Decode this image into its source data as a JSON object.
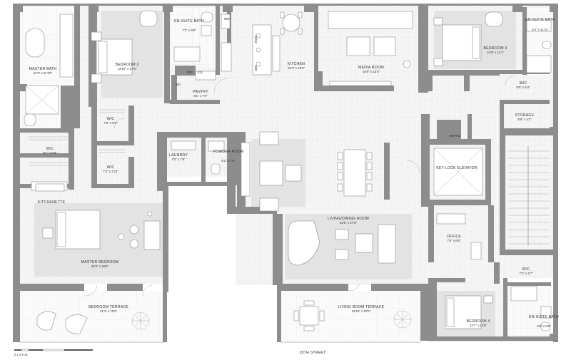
{
  "rooms": [
    {
      "id": "master-bath",
      "name": "MASTER BATH",
      "dims": "11'3\" x 21'10\""
    },
    {
      "id": "bedroom-2",
      "name": "BEDROOM 2",
      "dims": "13'10\" x 17'9\""
    },
    {
      "id": "en-suite-bath-2",
      "name": "EN-SUITE BATH",
      "dims": "7'2\" x 9'9\""
    },
    {
      "id": "pantry",
      "name": "PANTRY",
      "dims": "8'1\" x 7'3\""
    },
    {
      "id": "kitchen",
      "name": "KITCHEN",
      "dims": "15'4\" x 18'3\""
    },
    {
      "id": "media-room",
      "name": "MEDIA ROOM",
      "dims": "16'9\" x 15'3\""
    },
    {
      "id": "bedroom-3",
      "name": "BEDROOM 3",
      "dims": "16'8\" x 11'1\""
    },
    {
      "id": "en-suite-bath-3",
      "name": "EN-SUITE BATH",
      "dims": "5'4\" x 11'11\""
    },
    {
      "id": "wic-3",
      "name": "W/C",
      "dims": "8'9\" x 5'4\""
    },
    {
      "id": "storage",
      "name": "STORAGE",
      "dims": "8'9\" x 4'4\""
    },
    {
      "id": "wic-2",
      "name": "W/C",
      "dims": "7'3\" x 9'0\""
    },
    {
      "id": "wic-master-1",
      "name": "W/C",
      "dims": "8'1\" x 5'8\""
    },
    {
      "id": "wic-master-2",
      "name": "W/C",
      "dims": "7'2\" x 7'10\""
    },
    {
      "id": "laundry",
      "name": "LAUNDRY",
      "dims": "7'0\" x 7'8\""
    },
    {
      "id": "powder-room",
      "name": "POWDER ROOM",
      "dims": "5'2\" x 7'8\""
    },
    {
      "id": "kitchenette",
      "name": "KITCHENETTE",
      "dims": ""
    },
    {
      "id": "key-lock-elevator",
      "name": "KEY LOCK ELEVATOR",
      "dims": ""
    },
    {
      "id": "living-dining",
      "name": "LIVING/DINING ROOM",
      "dims": "32'6\" x 27'0\""
    },
    {
      "id": "office",
      "name": "OFFICE",
      "dims": "7'6\" x 8'5\""
    },
    {
      "id": "master-bedroom",
      "name": "MASTER BEDROOM",
      "dims": "25'3\" x 15'8\""
    },
    {
      "id": "bedroom-terrace",
      "name": "BEDROOM TERRACE",
      "dims": "21'4\" x 10'0\""
    },
    {
      "id": "living-room-terrace",
      "name": "LIVING ROOM TERRACE",
      "dims": "24'10\" x 10'0\""
    },
    {
      "id": "bedroom-4",
      "name": "BEDROOM 4",
      "dims": "13'7\" x 12'9\""
    },
    {
      "id": "wic-4",
      "name": "W/C",
      "dims": "7'3\" x 4'7\""
    },
    {
      "id": "en-suite-bath-4",
      "name": "EN-SUITE BATH",
      "dims": "6'5\" x 8'6\""
    }
  ],
  "fixtures": {
    "ref": "REF",
    "ice": "ICE",
    "wine": "WINE",
    "mw": "MW",
    "wd": "WD",
    "refrigerator": "REFRIG"
  },
  "street": "20TH STREET",
  "scale_bar": {
    "label": "0 2 4 8 16"
  }
}
